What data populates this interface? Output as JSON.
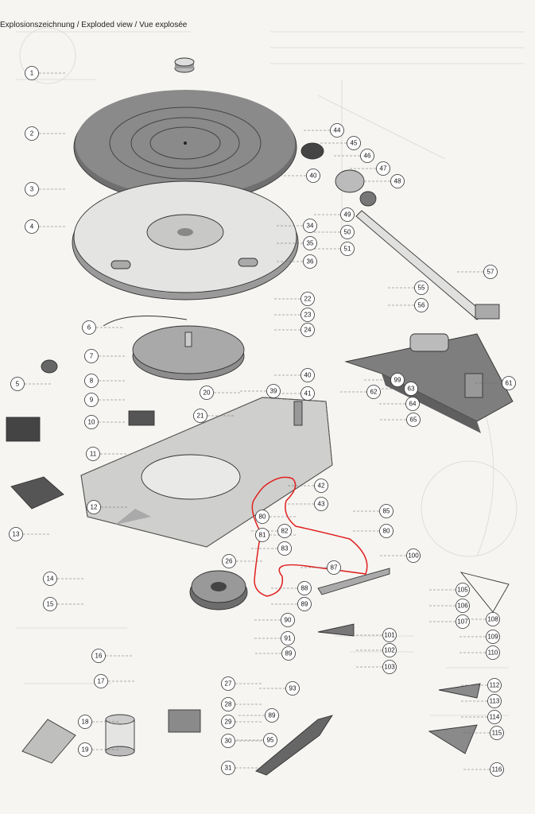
{
  "header": {
    "title": "Explosionszeichnung / Exploded view / Vue explosée"
  },
  "callouts": [
    "1",
    "2",
    "3",
    "4",
    "5",
    "6",
    "7",
    "8",
    "9",
    "10",
    "11",
    "12",
    "13",
    "14",
    "15",
    "16",
    "17",
    "18",
    "19",
    "20",
    "21",
    "22",
    "23",
    "24",
    "26",
    "27",
    "28",
    "29",
    "30",
    "31",
    "34",
    "35",
    "36",
    "39",
    "40",
    "40",
    "41",
    "42",
    "43",
    "44",
    "45",
    "46",
    "47",
    "48",
    "49",
    "50",
    "51",
    "55",
    "56",
    "57",
    "61",
    "62",
    "63",
    "64",
    "65",
    "80",
    "80",
    "81",
    "82",
    "83",
    "85",
    "87",
    "88",
    "89",
    "89",
    "89",
    "90",
    "91",
    "93",
    "95",
    "99",
    "100",
    "101",
    "102",
    "103",
    "105",
    "106",
    "107",
    "108",
    "109",
    "110",
    "112",
    "113",
    "114",
    "115",
    "116"
  ],
  "annotation": {
    "color": "#e0201e",
    "meaning": "highlighted region"
  },
  "colors": {
    "ink": "#333333",
    "platter": "#6f6f6f",
    "mat": "#9a9a9a",
    "paper": "#f6f5f2"
  }
}
